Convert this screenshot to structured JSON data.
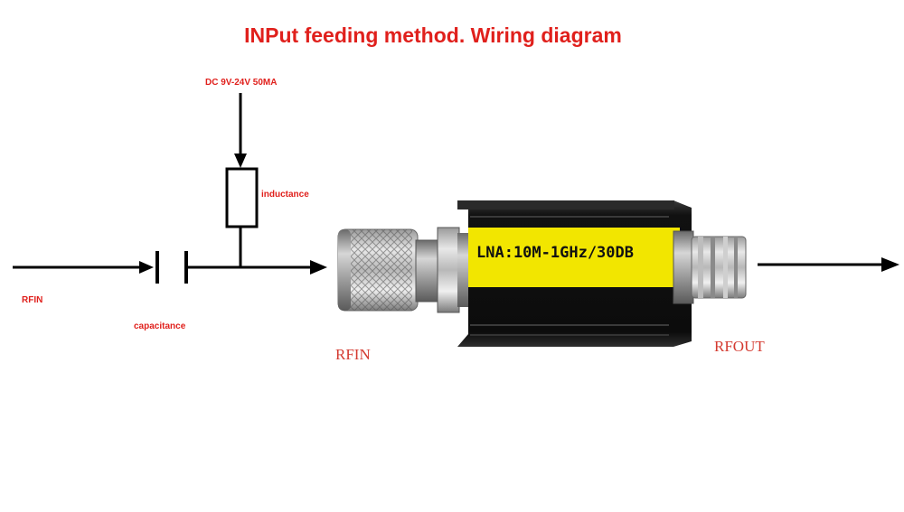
{
  "title": "INPut feeding method. Wiring diagram",
  "labels": {
    "dc_supply": "DC 9V-24V 50MA",
    "inductance": "inductance",
    "rfin_left": "RFIN",
    "capacitance": "capacitance",
    "rfin_device": "RFIN",
    "rfout_device": "RFOUT"
  },
  "device": {
    "label": "LNA:10M-1GHz/30DB",
    "body_color": "#1a1a1a",
    "label_color": "#f2e600"
  },
  "colors": {
    "annotation": "#e0201c",
    "wire": "#000000"
  }
}
